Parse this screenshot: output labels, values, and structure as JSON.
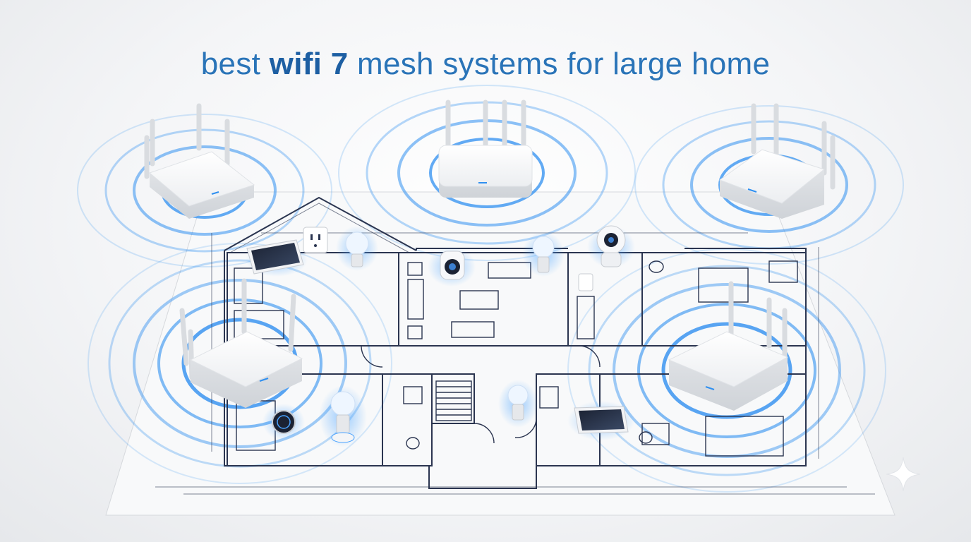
{
  "headline": {
    "part1": "best ",
    "part2": "wifi 7",
    "part3": " mesh systems for large home"
  },
  "colors": {
    "accent": "#2a74b8",
    "signal": "#2f8ff0",
    "blueprint": "#2b3550",
    "background": "#f2f3f5"
  },
  "icons": [
    "mesh-router",
    "smart-bulb",
    "smart-plug",
    "security-camera",
    "thermostat",
    "tablet",
    "sparkle"
  ]
}
